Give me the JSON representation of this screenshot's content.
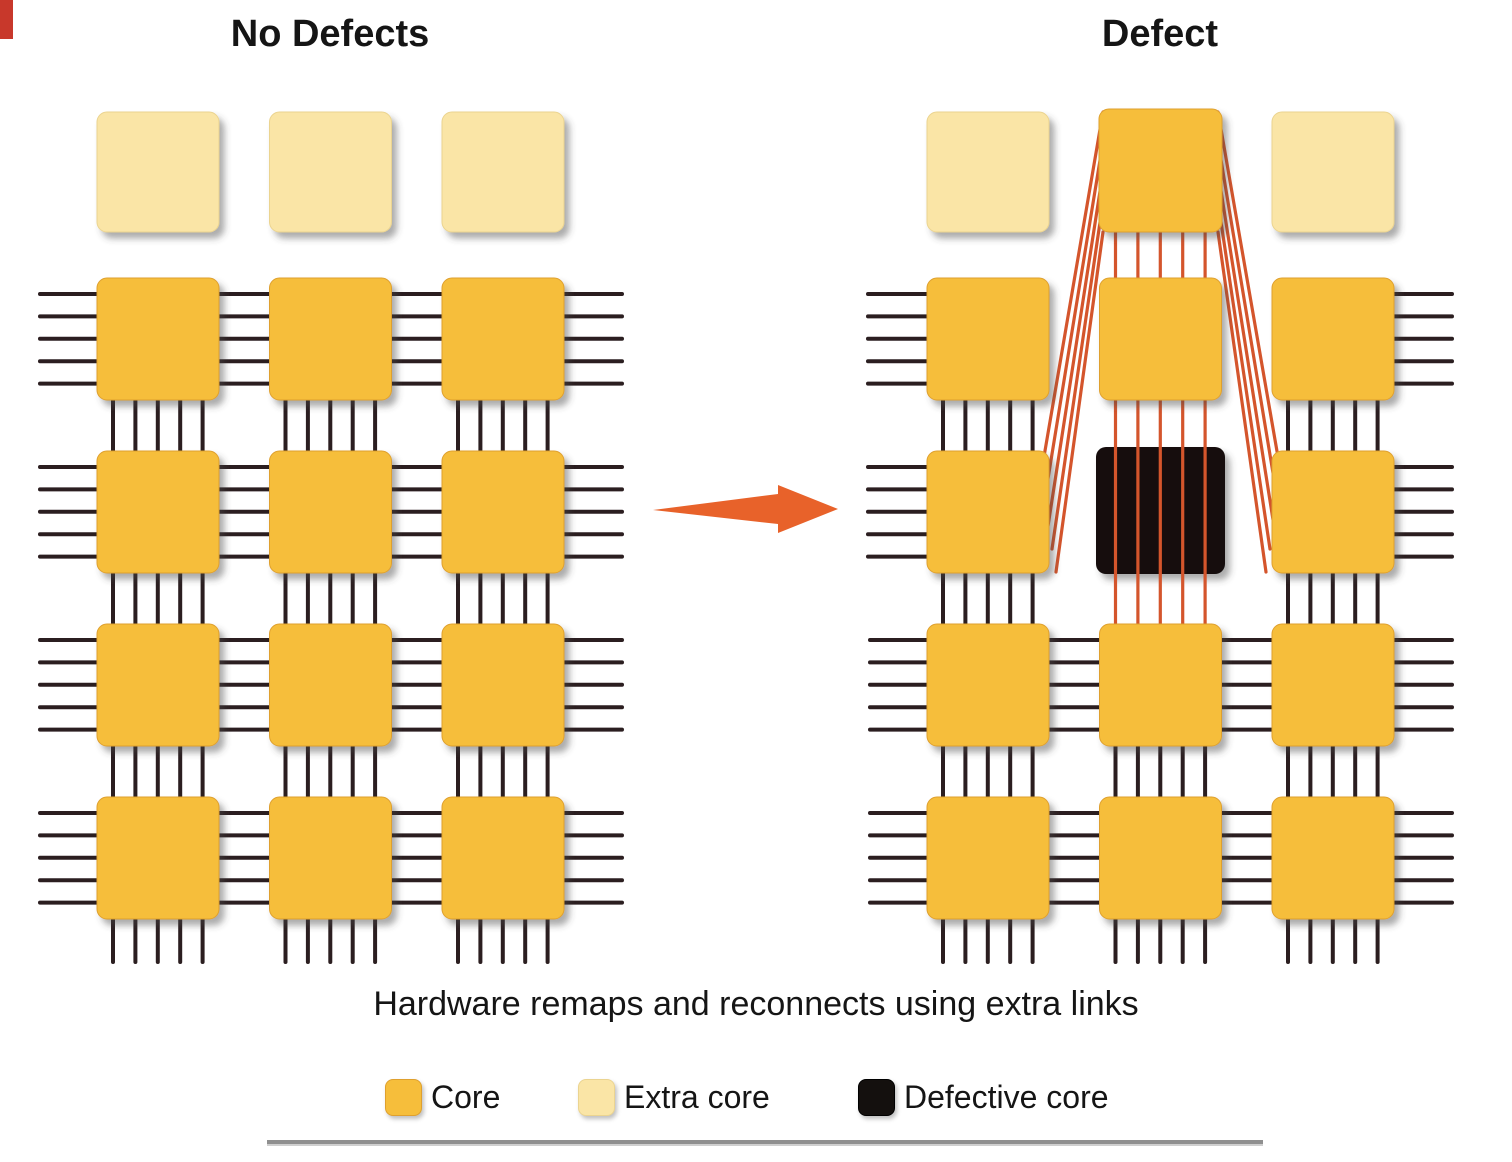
{
  "figure": {
    "left_title": "No Defects",
    "right_title": "Defect",
    "caption": "Hardware remaps and reconnects using extra links"
  },
  "legend": {
    "items": [
      {
        "label": "Core"
      },
      {
        "label": "Extra core"
      },
      {
        "label": "Defective core"
      }
    ]
  },
  "colors": {
    "core": "#F6BE3B",
    "core-edge": "#DFA02E",
    "extra": "#FAE5A6",
    "extra-edge": "#EBD490",
    "defective": "#14100E",
    "link": "#2B1E20",
    "redlink": "#D4552C",
    "arrow": "#E8622A",
    "text": "#151515",
    "divider": "#8F8F8F",
    "artifact": "#C8382B"
  }
}
